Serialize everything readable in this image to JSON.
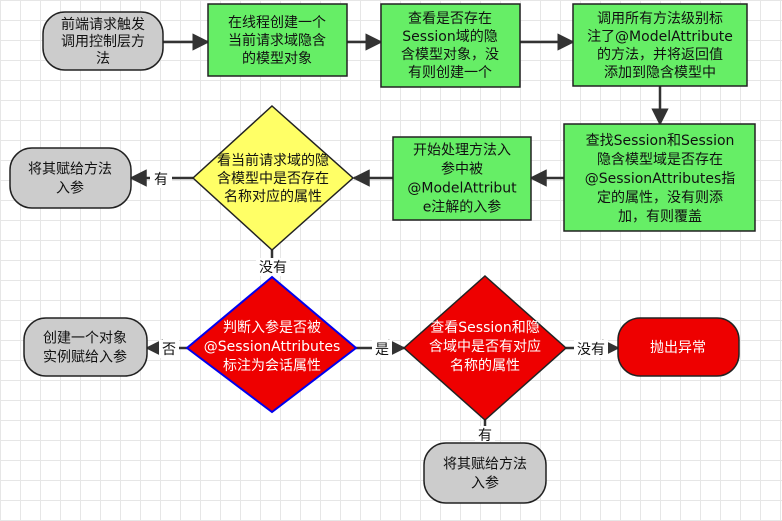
{
  "nodes": {
    "start": [
      "前端请求触发",
      "调用控制层方",
      "法"
    ],
    "create_model": [
      "在线程创建一个",
      "当前请求域隐含",
      "的模型对象"
    ],
    "check_session": [
      "查看是否存在",
      "Session域的隐",
      "含模型对象，没",
      "有则创建一个"
    ],
    "call_model_attr": [
      "调用所有方法级别标",
      "注了@ModelAttribute",
      "的方法，并将返回值",
      "添加到隐含模型中"
    ],
    "find_session": [
      "查找Session和Session",
      "隐含模型域是否存在",
      "@SessionAttributes指",
      "定的属性，没有则添",
      "加，有则覆盖"
    ],
    "process_params": [
      "开始处理方法入",
      "参中被",
      "@ModelAttribut",
      "e注解的入参"
    ],
    "check_model": [
      "看当前请求域的隐",
      "含模型中是否存在",
      "名称对应的属性"
    ],
    "assign_top": [
      "将其赋给方法",
      "入参"
    ],
    "judge_session_attrs": [
      "判断入参是否被",
      "@SessionAttributes",
      "标注为会话属性"
    ],
    "check_session_domain": [
      "查看Session和隐",
      "含域中是否有对应",
      "名称的属性"
    ],
    "create_object": [
      "创建一个对象",
      "实例赋给入参"
    ],
    "throw_exception": [
      "抛出异常"
    ],
    "assign_bottom": [
      "将其赋给方法",
      "入参"
    ]
  },
  "edge_labels": {
    "has_top": "有",
    "none_mid": "没有",
    "no": "否",
    "yes": "是",
    "none_right": "没有",
    "has_bottom": "有"
  },
  "colors": {
    "terminal_fill": "#cccccc",
    "process_fill": "#66ee66",
    "decision_yellow": "#ffff66",
    "decision_red": "#ee0000",
    "decision_border_blue": "#0000ee",
    "terminal_red": "#ee0000",
    "edge": "#333333",
    "text_dark": "#111111",
    "text_light": "#ffffff"
  }
}
